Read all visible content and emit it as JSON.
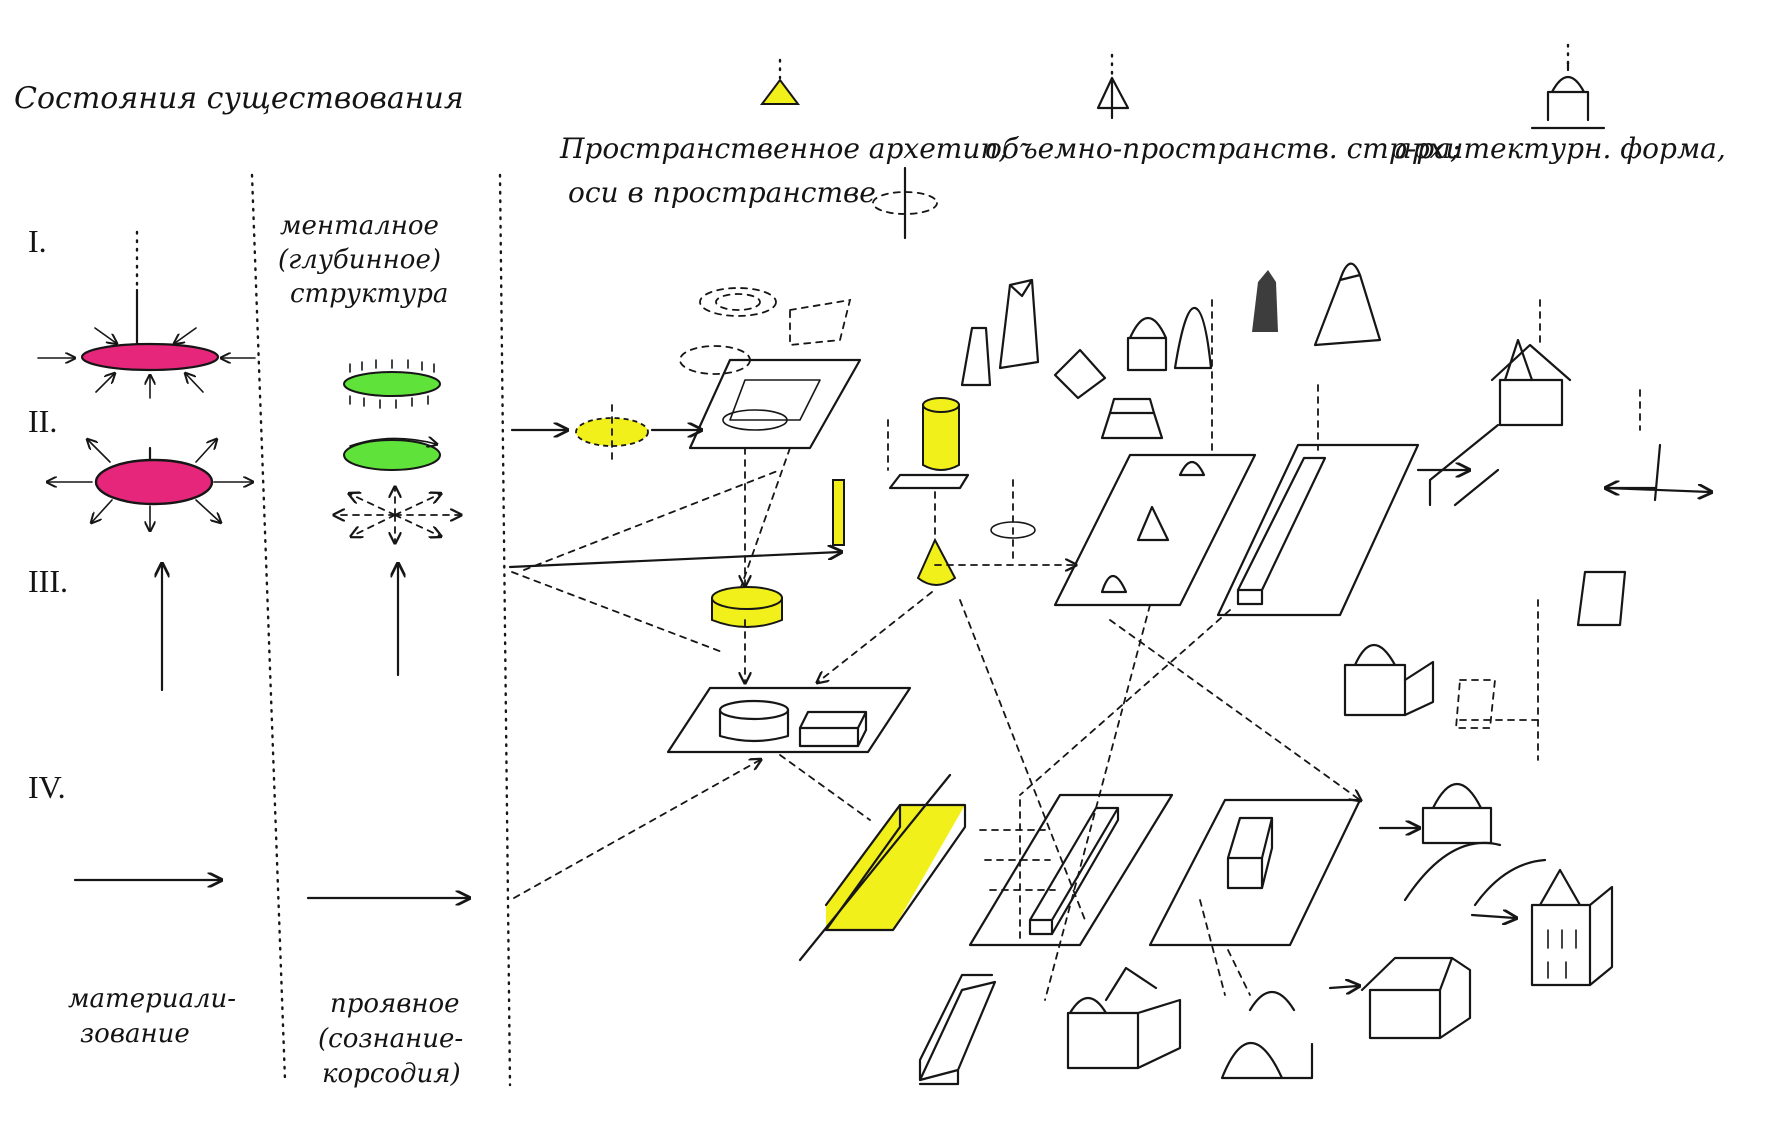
{
  "column_title": "Состояния существования",
  "roman_numerals": [
    "I.",
    "II.",
    "III.",
    "IV."
  ],
  "col2_title": [
    "менталное",
    "(глубинное)",
    "структура"
  ],
  "header": {
    "line1_a": "Пространственное архетип,",
    "line1_b": "объемно-пространств. стр-ра;",
    "line1_c": "архитектурн. форма,",
    "line2": "оси в пространстве"
  },
  "footer_col1": [
    "материали-",
    "зование"
  ],
  "footer_col2": [
    "проявное",
    "(сознание-",
    "корсодия)"
  ],
  "colors": {
    "magenta": "#e5267a",
    "green": "#5fe23a",
    "yellow": "#f2f01a",
    "ink": "#161616"
  }
}
